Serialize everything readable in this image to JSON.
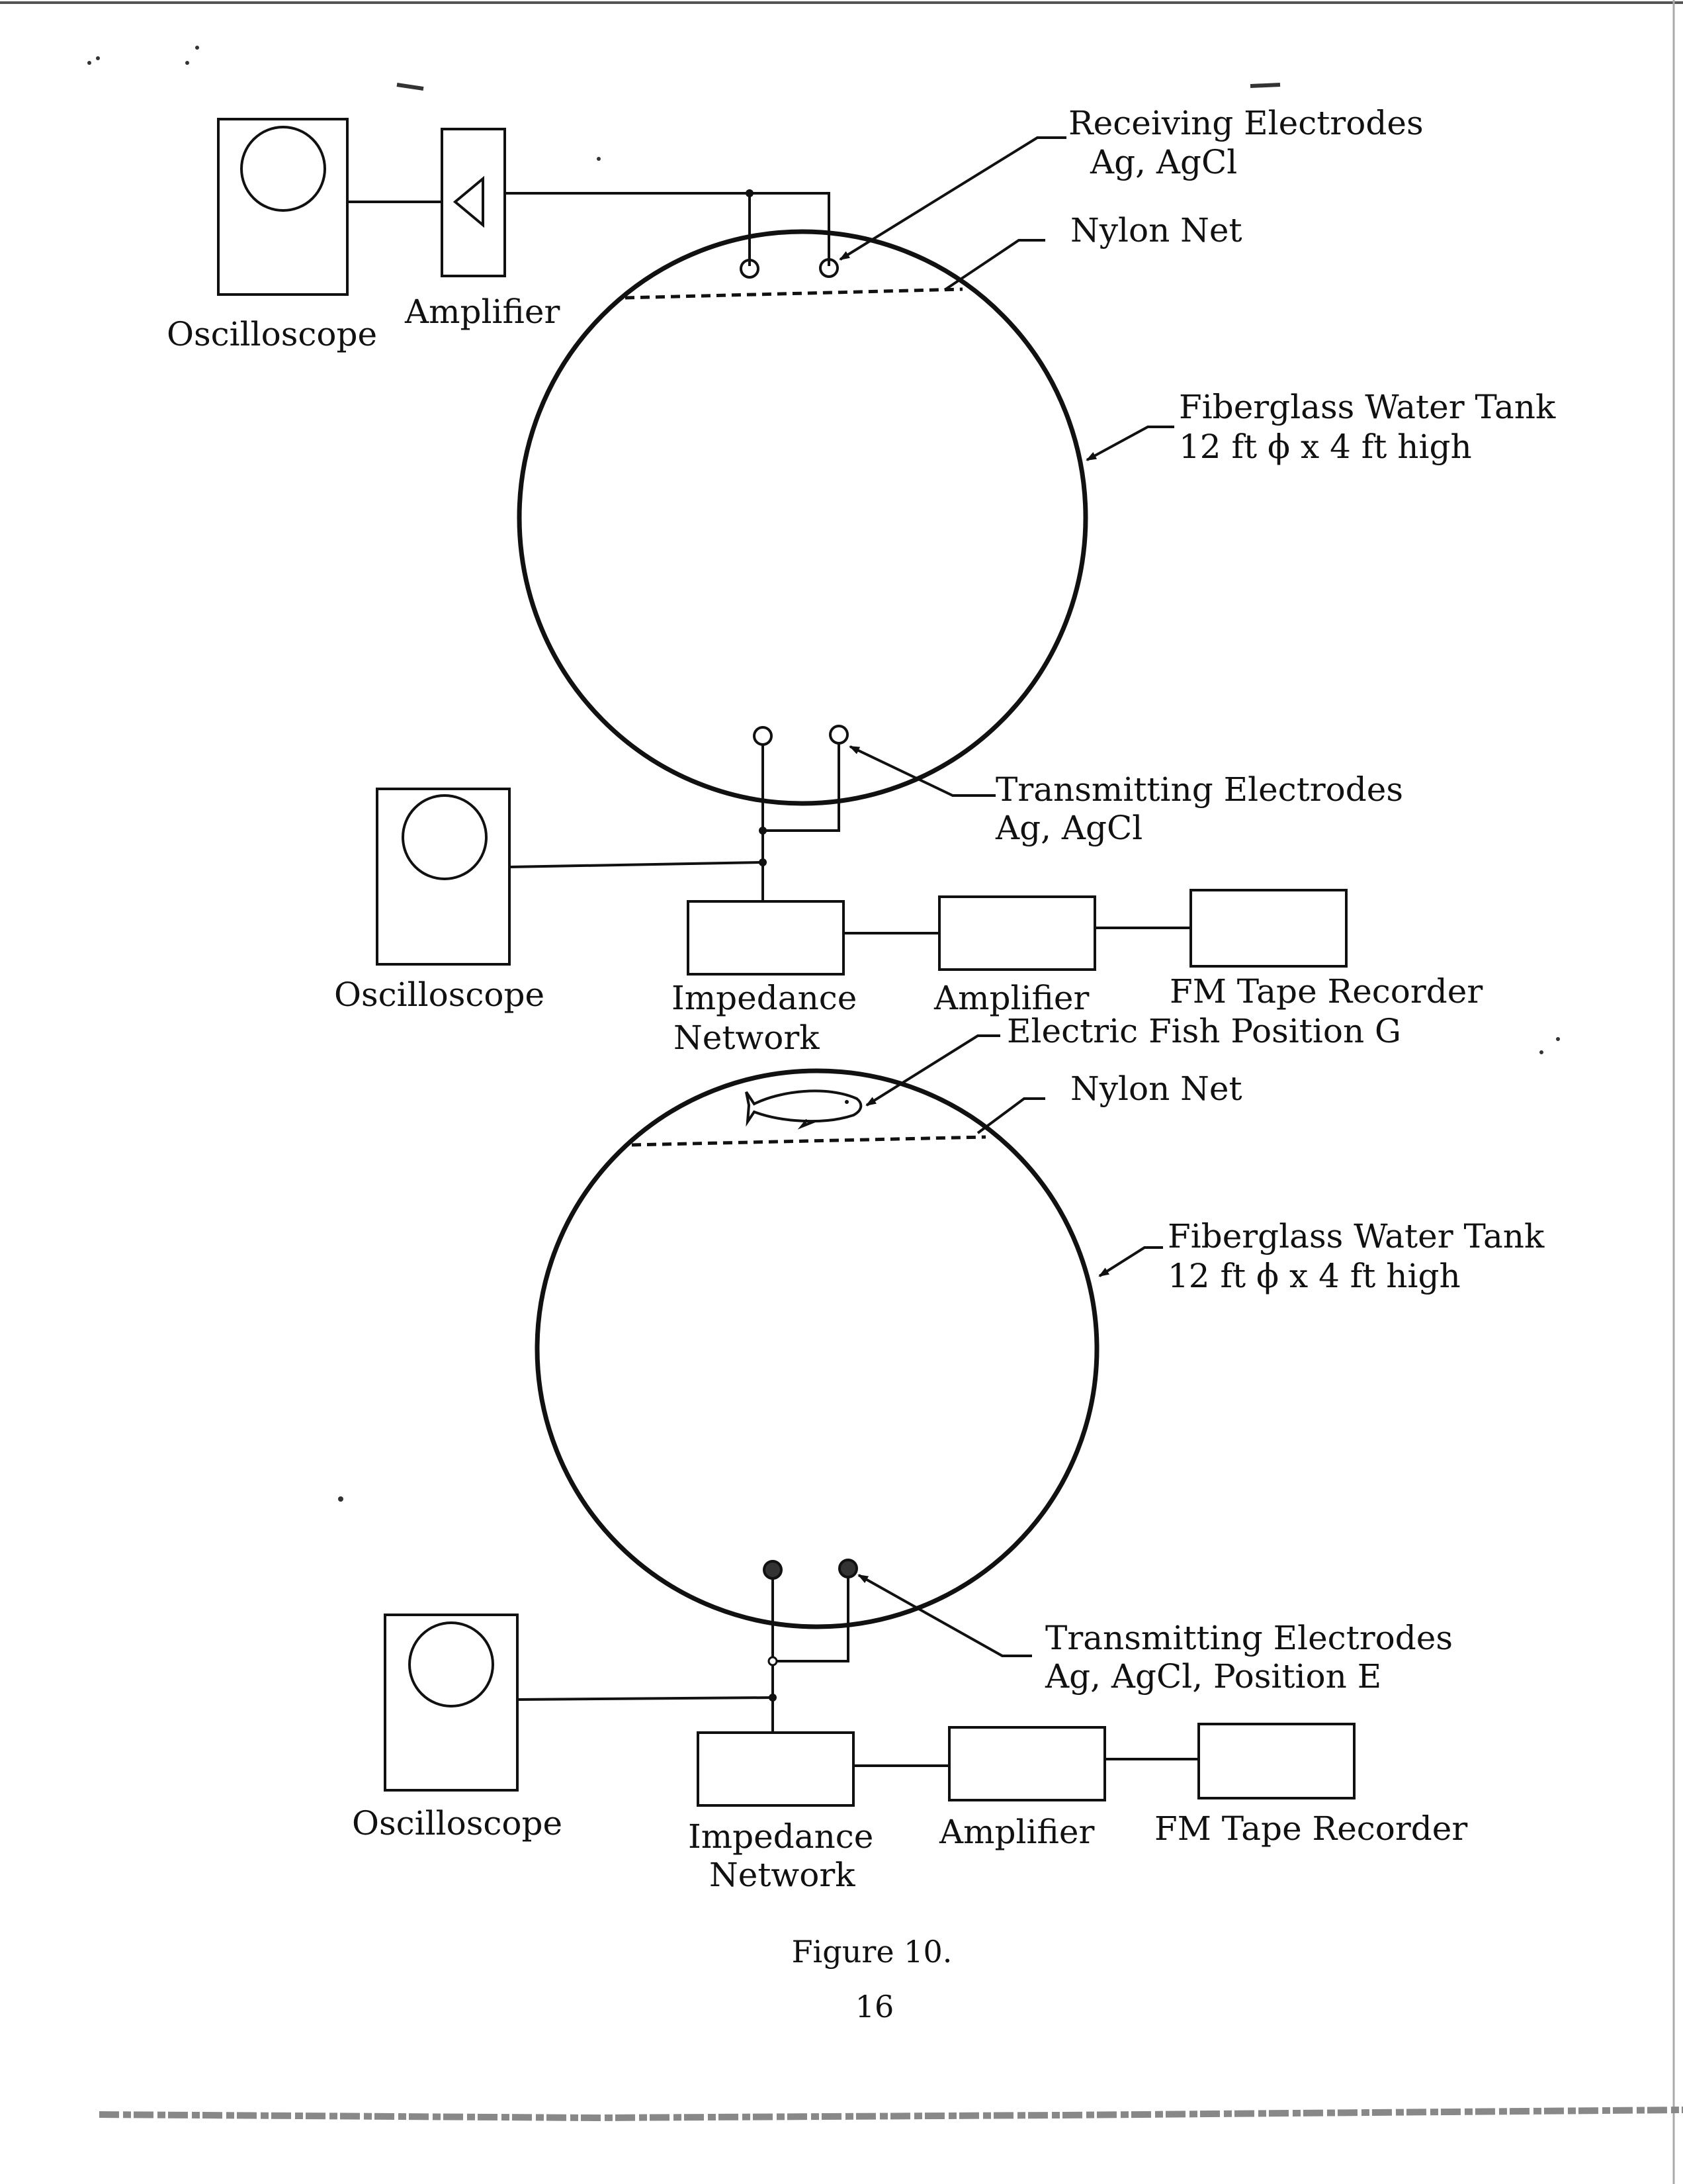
{
  "diagram_top": {
    "receiving_electrodes": "Receiving Electrodes",
    "receiving_electrodes_material": "Ag, AgCl",
    "nylon_net": "Nylon Net",
    "tank_label": "Fiberglass Water Tank",
    "tank_dimensions": "12 ft ϕ x 4 ft high",
    "oscilloscope_upper": "Oscilloscope",
    "amplifier_upper": "Amplifier",
    "transmitting_electrodes": "Transmitting Electrodes",
    "transmitting_electrodes_material": "Ag, AgCl",
    "oscilloscope_lower": "Oscilloscope",
    "impedance_line1": "Impedance",
    "impedance_line2": "Network",
    "amplifier_lower": "Amplifier",
    "recorder": "FM Tape Recorder"
  },
  "diagram_bottom": {
    "fish_label": "Electric Fish Position G",
    "nylon_net": "Nylon Net",
    "tank_label": "Fiberglass Water Tank",
    "tank_dimensions": "12 ft ϕ x 4 ft high",
    "transmitting_electrodes": "Transmitting Electrodes",
    "transmitting_electrodes_material": "Ag, AgCl, Position E",
    "oscilloscope": "Oscilloscope",
    "impedance_line1": "Impedance",
    "impedance_line2": "Network",
    "amplifier": "Amplifier",
    "recorder": "FM Tape Recorder"
  },
  "caption": "Figure 10.",
  "page_number": "16"
}
